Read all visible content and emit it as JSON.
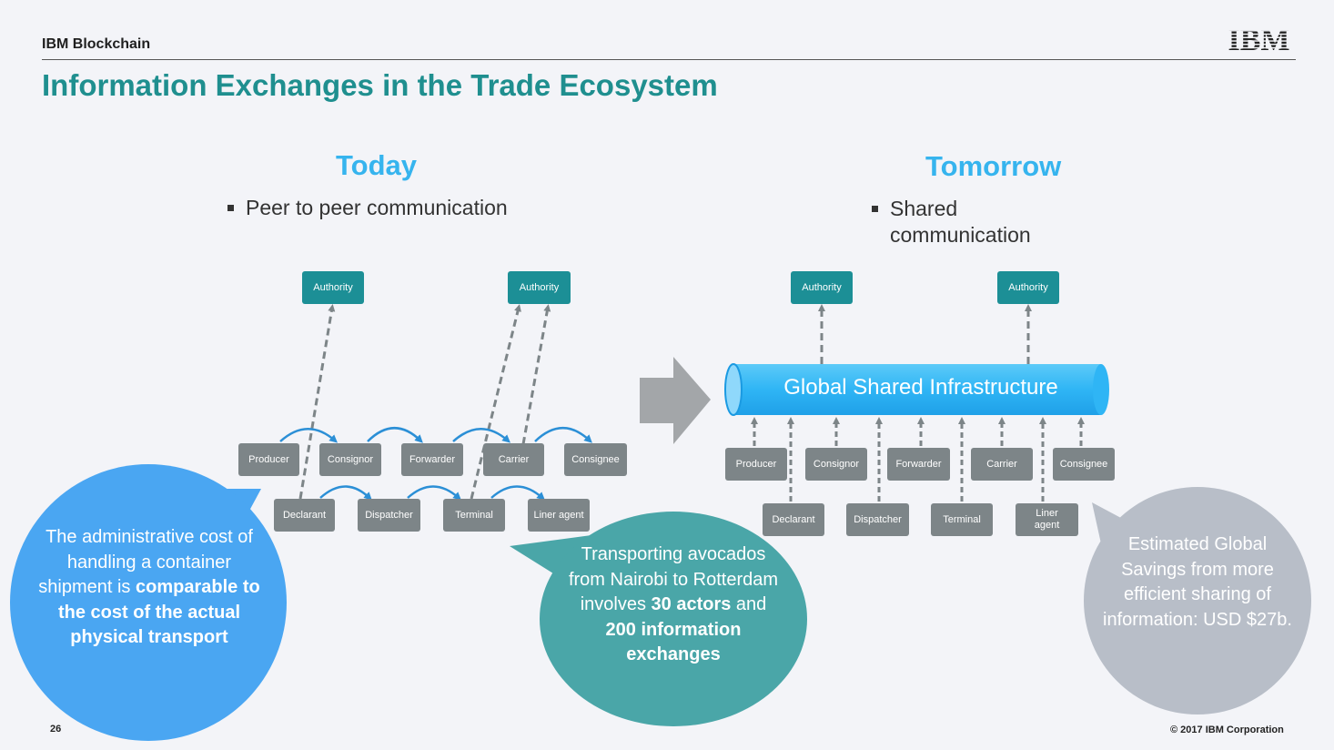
{
  "header": {
    "brand": "IBM Blockchain",
    "title": "Information Exchanges in the Trade Ecosystem",
    "logo_text": "IBM"
  },
  "today": {
    "heading": "Today",
    "bullet": "Peer to peer communication",
    "authorities": [
      "Authority",
      "Authority"
    ],
    "actors_row1": [
      "Producer",
      "Consignor",
      "Forwarder",
      "Carrier",
      "Consignee"
    ],
    "actors_row2": [
      "Declarant",
      "Dispatcher",
      "Terminal",
      "Liner agent"
    ]
  },
  "tomorrow": {
    "heading": "Tomorrow",
    "bullet": "Shared communication",
    "authorities": [
      "Authority",
      "Authority"
    ],
    "infrastructure": "Global Shared Infrastructure",
    "actors_row1": [
      "Producer",
      "Consignor",
      "Forwarder",
      "Carrier",
      "Consignee"
    ],
    "actors_row2": [
      "Declarant",
      "Dispatcher",
      "Terminal",
      "Liner agent"
    ]
  },
  "callouts": {
    "cost": {
      "line1": "The administrative cost of handling a container shipment is",
      "bold": "comparable to the cost of the actual physical transport"
    },
    "avocados": {
      "line1": "Transporting avocados from Nairobi to Rotterdam involves",
      "bold1": "30 actors",
      "mid": "and",
      "bold2": "200 information exchanges"
    },
    "savings": {
      "text": "Estimated Global Savings from more efficient sharing of information: USD $27b."
    }
  },
  "footer": {
    "page_number": "26",
    "copyright": "© 2017 IBM Corporation"
  },
  "colors": {
    "title": "#1f8f8f",
    "heading": "#36b4ee",
    "node_gray": "#7d8588",
    "node_teal": "#1c8f96",
    "pipe": "#2fb5f5",
    "bubble_blue": "#4aa6f2",
    "bubble_teal": "#4aa6a8",
    "bubble_gray": "#b8bec8"
  }
}
